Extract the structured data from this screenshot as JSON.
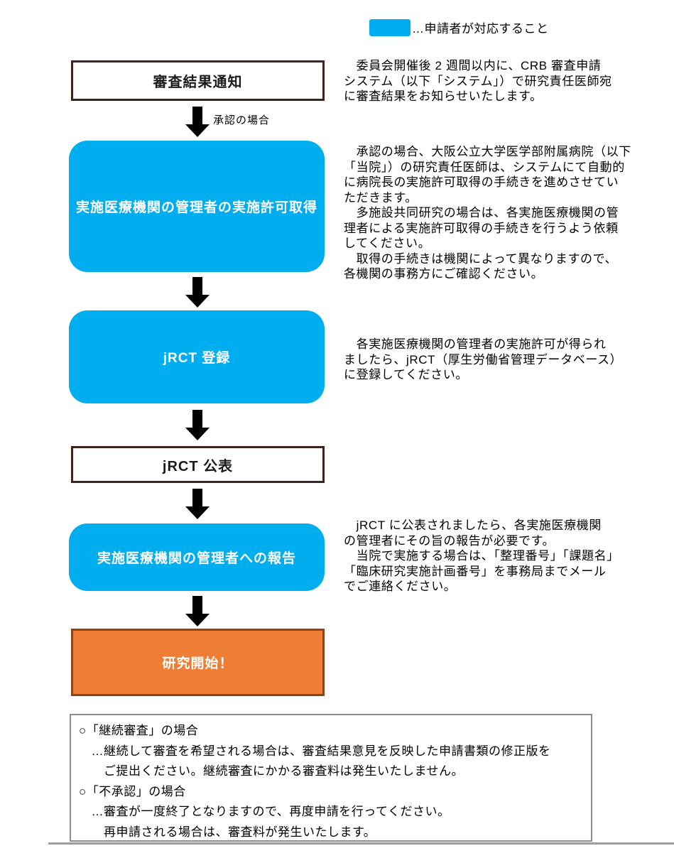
{
  "legend": {
    "swatch_color": "#00AEEF",
    "label": "…申請者が対応すること"
  },
  "flow": {
    "arrow_label": "承認の場合",
    "steps": [
      {
        "label": "審査結果通知",
        "style": "outline"
      },
      {
        "label": "実施医療機関の管理者の実施許可取得",
        "style": "filled-blue"
      },
      {
        "label": "jRCT 登録",
        "style": "filled-blue"
      },
      {
        "label": "jRCT 公表",
        "style": "outline"
      },
      {
        "label": "実施医療機関の管理者への報告",
        "style": "filled-blue"
      },
      {
        "label": "研究開始！",
        "style": "filled-orange"
      }
    ]
  },
  "annotations": {
    "step1": "　委員会開催後 2 週間以内に、CRB 審査申請\nシステム（以下「システム」）で研究責任医師宛\nに審査結果をお知らせいたします。",
    "step2": "　承認の場合、大阪公立大学医学部附属病院（以下\n「当院」）の研究責任医師は、システムにて自動的\nに病院長の実施許可取得の手続きを進めさせてい\nただきます。\n　多施設共同研究の場合は、各実施医療機関の管\n理者による実施許可取得の手続きを行うよう依頼\nしてください。\n　取得の手続きは機関によって異なりますので、\n各機関の事務方にご確認ください。",
    "step3": "　各実施医療機関の管理者の実施許可が得られ\nましたら、jRCT（厚生労働省管理データベース）\nに登録してください。",
    "step5": "　jRCT に公表されましたら、各実施医療機関\nの管理者にその旨の報告が必要です。\n　当院で実施する場合は、「整理番号」「課題名」\n「臨床研究実施計画番号」を事務局までメール\nでご連絡ください。"
  },
  "footer_notes": "○「継続審査」の場合\n　…継続して審査を希望される場合は、審査結果意見を反映した申請書類の修正版を\n　　ご提出ください。継続審査にかかる審査料は発生いたしません。\n○「不承認」の場合\n　…審査が一度終了となりますので、再度申請を行ってください。\n　　再申請される場合は、審査料が発生いたします。",
  "colors": {
    "applicant_blue": "#00AEEF",
    "final_orange_fill": "#EE7E35",
    "final_orange_border": "#8C4318",
    "outline_box_border": "#40241C",
    "arrow_black": "#000000",
    "footer_border_gray": "#8E8E8E"
  }
}
